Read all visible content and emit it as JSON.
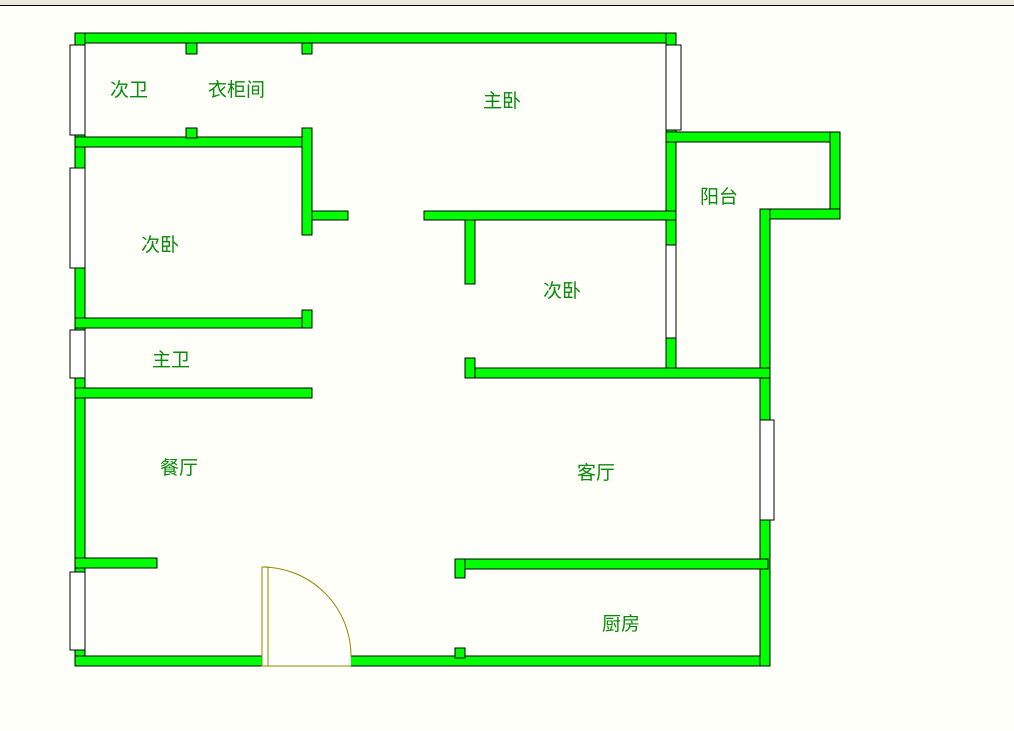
{
  "rooms": {
    "second_bath": "次卫",
    "walk_in_closet": "衣柜间",
    "master_bedroom": "主卧",
    "second_bedroom_left": "次卧",
    "balcony": "阳台",
    "second_bedroom_right": "次卧",
    "master_bath": "主卫",
    "dining_room": "餐厅",
    "living_room": "客厅",
    "kitchen": "厨房"
  },
  "colors": {
    "wall": "#00ff00",
    "door": "#8b8b00",
    "label": "#0a8a0a"
  }
}
